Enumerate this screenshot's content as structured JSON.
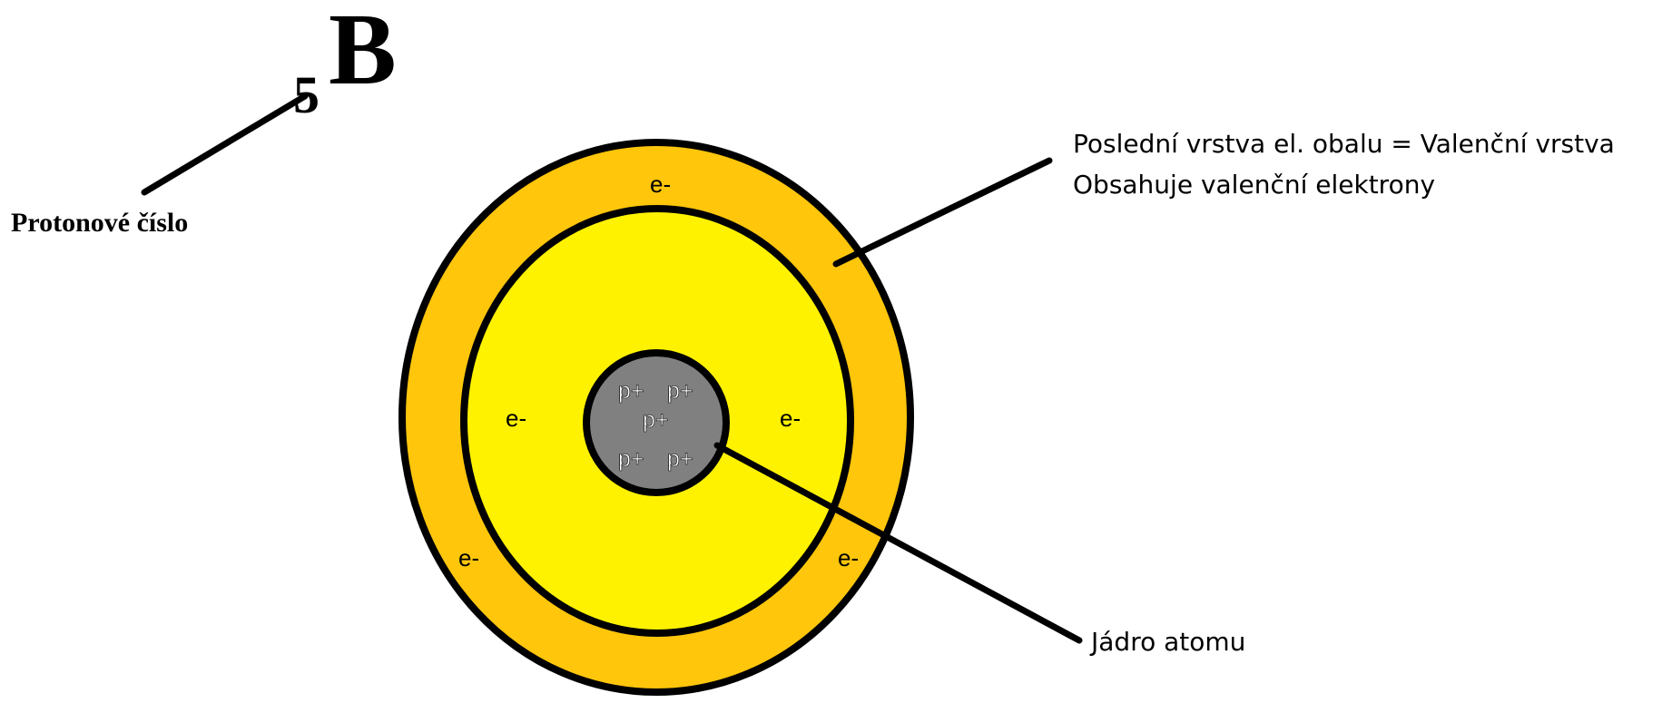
{
  "element": {
    "symbol": "B",
    "proton_number": "5"
  },
  "labels": {
    "proton_number": "Protonové číslo",
    "valence_line1": "Poslední vrstva el. obalu = Valenční vrstva",
    "valence_line2": "Obsahuje valenční elektrony",
    "nucleus": "Jádro atomu"
  },
  "shells": {
    "outer_color": "#FFC60B",
    "inner_color": "#FFF200",
    "nucleus_color": "#808080",
    "electron_label": "e-"
  },
  "nucleus": {
    "protons": [
      "p+",
      "p+",
      "p+",
      "p+",
      "p+"
    ]
  }
}
